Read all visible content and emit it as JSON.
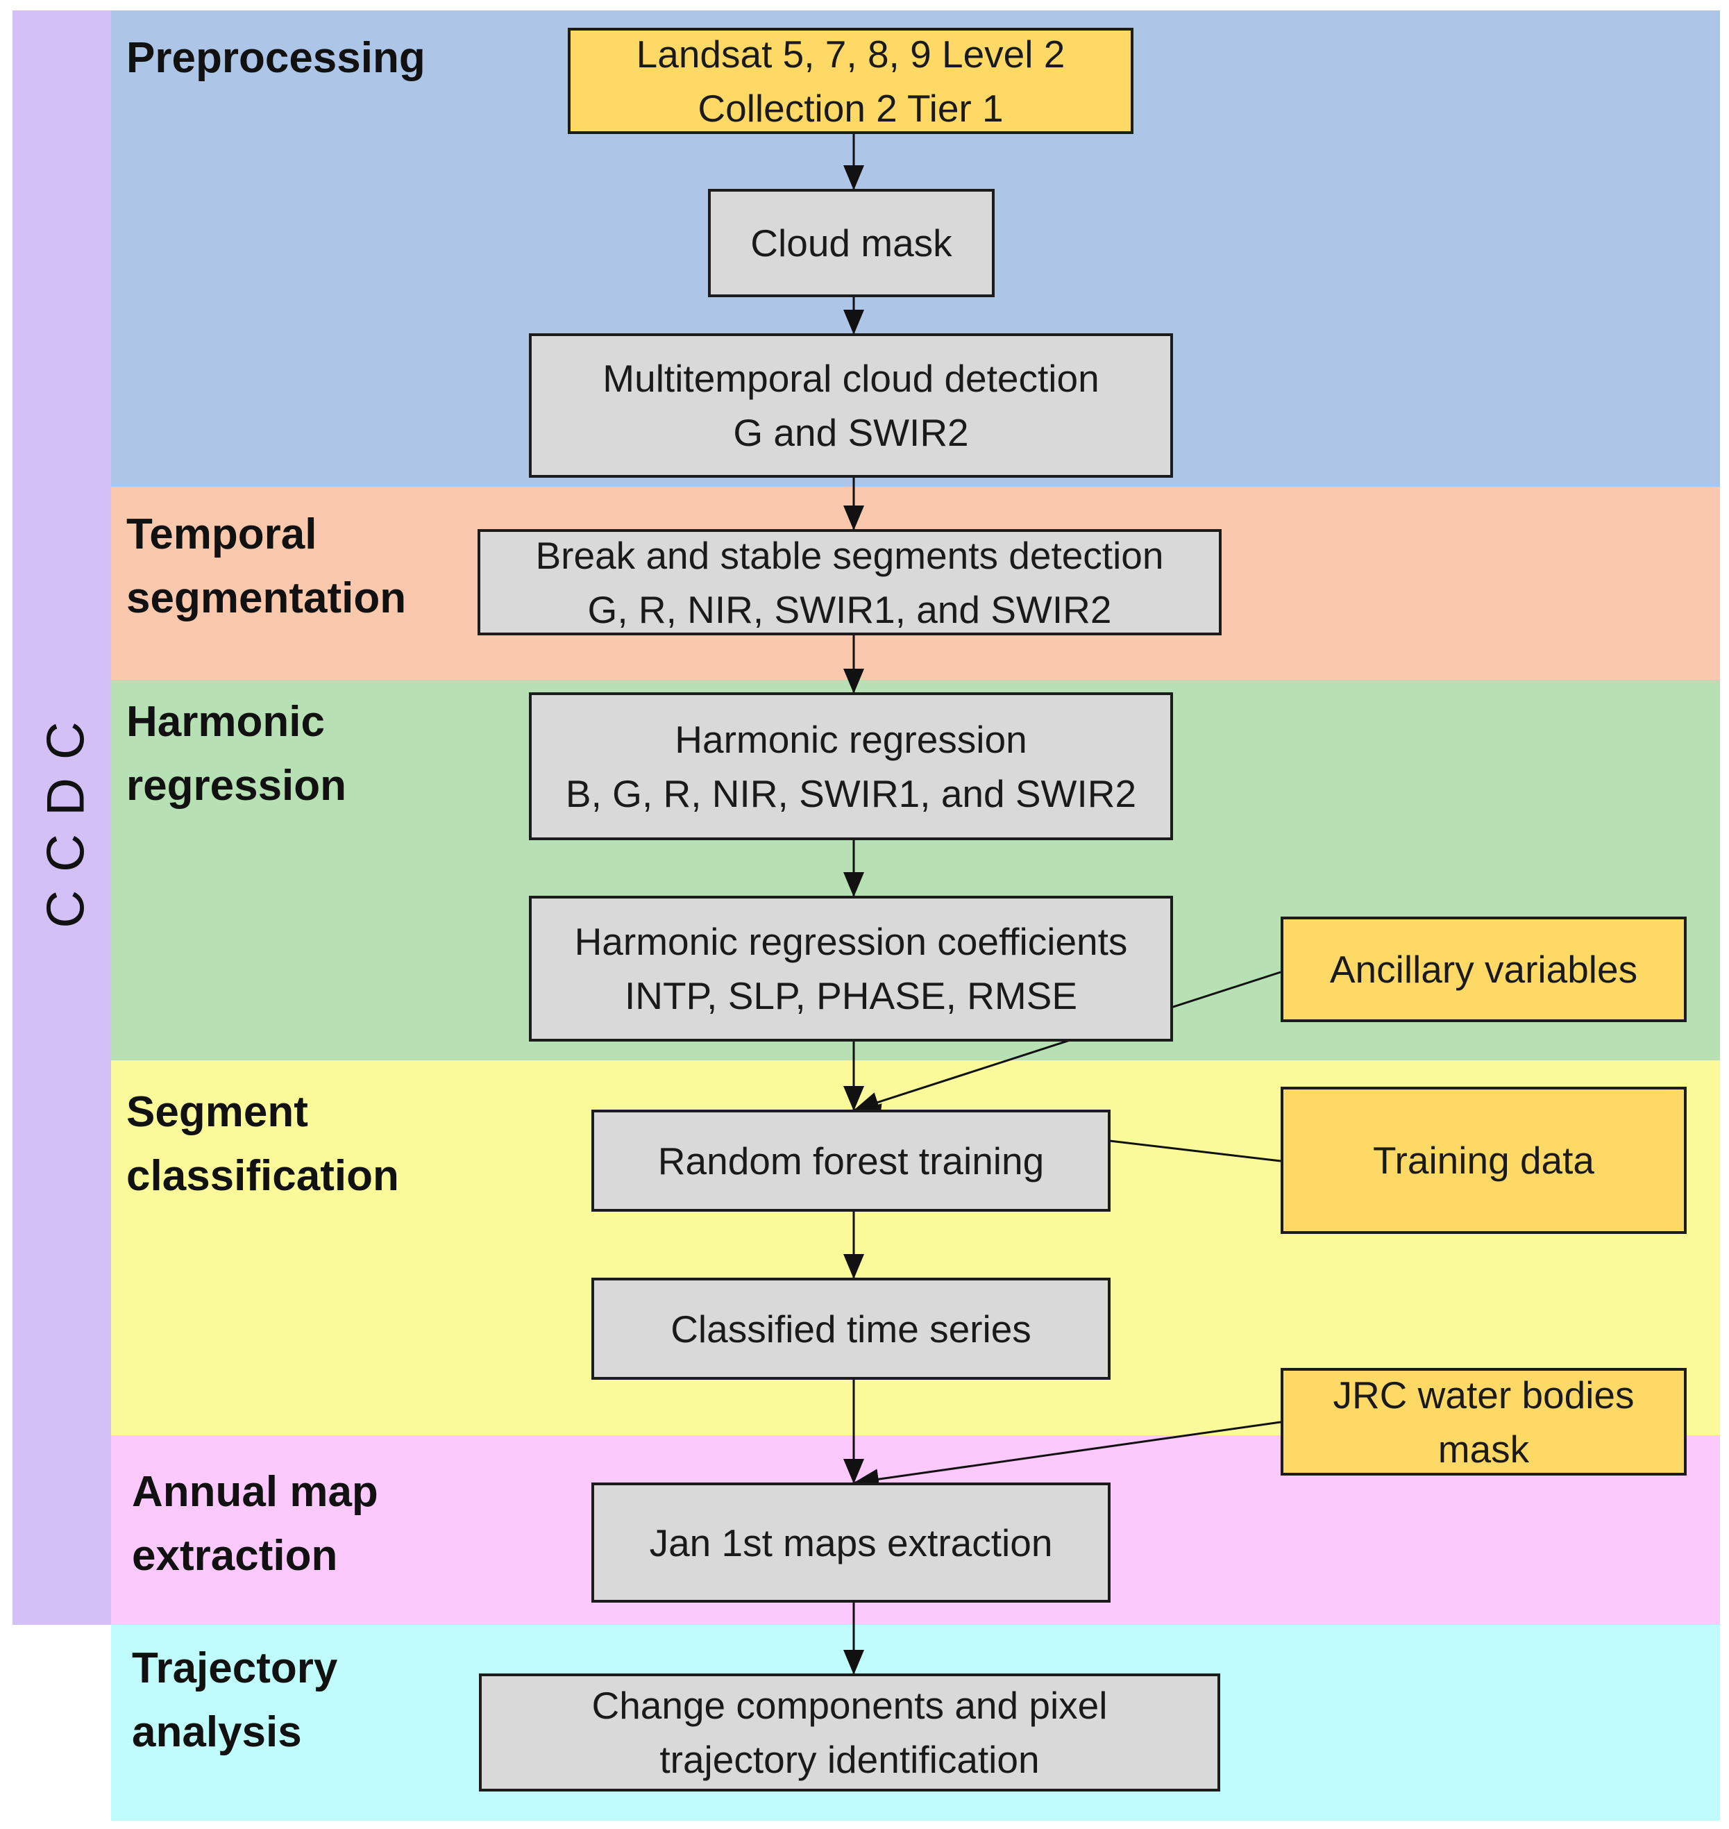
{
  "side_label": "CCDC",
  "stages": {
    "preprocessing": "Preprocessing",
    "temporal_segmentation": "Temporal\nsegmentation",
    "harmonic_regression": "Harmonic\nregression",
    "segment_classification": "Segment\nclassification",
    "annual_map_extraction": "Annual map\nextraction",
    "trajectory_analysis": "Trajectory\nanalysis"
  },
  "boxes": {
    "landsat": "Landsat 5, 7, 8, 9 Level 2\nCollection 2 Tier 1",
    "cloud_mask": "Cloud mask",
    "multitemporal": "Multitemporal cloud detection\nG and SWIR2",
    "break_segments": "Break and stable segments detection\nG, R, NIR, SWIR1, and SWIR2",
    "harmonic_regression": "Harmonic regression\nB, G, R, NIR, SWIR1, and SWIR2",
    "harmonic_coefficients": "Harmonic regression coefficients\nINTP, SLP, PHASE, RMSE",
    "random_forest": "Random forest training",
    "classified_ts": "Classified time series",
    "jan_maps": "Jan 1st maps extraction",
    "change_components": "Change components and pixel\ntrajectory identification",
    "ancillary": "Ancillary variables",
    "training_data": "Training data",
    "jrc_mask": "JRC water bodies\nmask"
  },
  "colors": {
    "preprocessing_band": "#adc5e7",
    "temporal_band": "#fac8ac",
    "harmonic_band": "#b8e0b5",
    "segment_band": "#fafa9a",
    "annual_band": "#fcc9fc",
    "trajectory_band": "#c1fcfc",
    "ccdc_bar": "#d2c0f7",
    "process_box": "#d9d9d9",
    "input_box": "#ffd966"
  }
}
